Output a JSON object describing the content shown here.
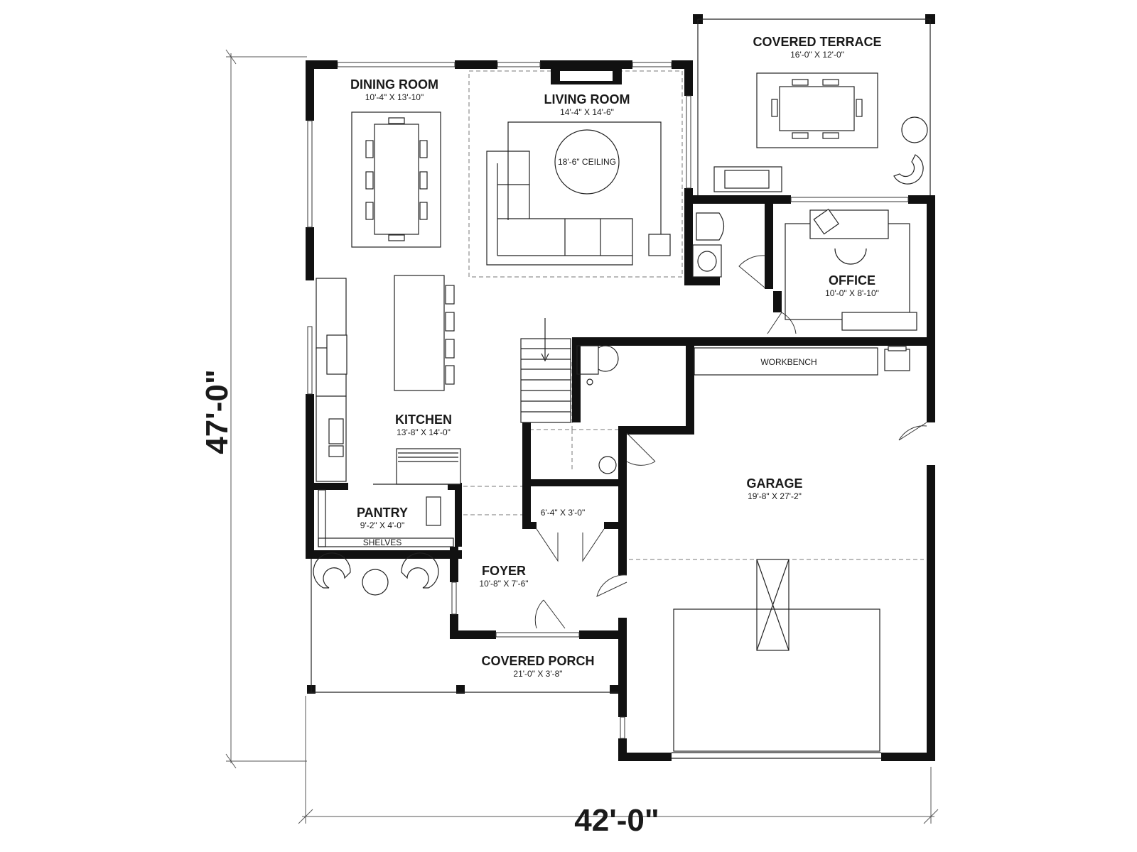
{
  "rooms": {
    "dining": {
      "name": "DINING ROOM",
      "dim": "10'-4\" X 13'-10\""
    },
    "living": {
      "name": "LIVING ROOM",
      "dim": "14'-4\" X 14'-6\"",
      "note": "18'-6\" CEILING"
    },
    "terrace": {
      "name": "COVERED TERRACE",
      "dim": "16'-0\" X 12'-0\""
    },
    "office": {
      "name": "OFFICE",
      "dim": "10'-0\" X 8'-10\""
    },
    "kitchen": {
      "name": "KITCHEN",
      "dim": "13'-8\" X 14'-0\""
    },
    "pantry": {
      "name": "PANTRY",
      "dim": "9'-2\" X 4'-0\"",
      "note": "SHELVES"
    },
    "garage": {
      "name": "GARAGE",
      "dim": "19'-8\" X 27'-2\"",
      "note": "WORKBENCH"
    },
    "closet": {
      "dim": "6'-4\" X 3'-0\""
    },
    "foyer": {
      "name": "FOYER",
      "dim": "10'-8\" X 7'-6\""
    },
    "porch": {
      "name": "COVERED PORCH",
      "dim": "21'-0\" X 3'-8\""
    }
  },
  "overall": {
    "width": "42'-0\"",
    "depth": "47'-0\""
  }
}
